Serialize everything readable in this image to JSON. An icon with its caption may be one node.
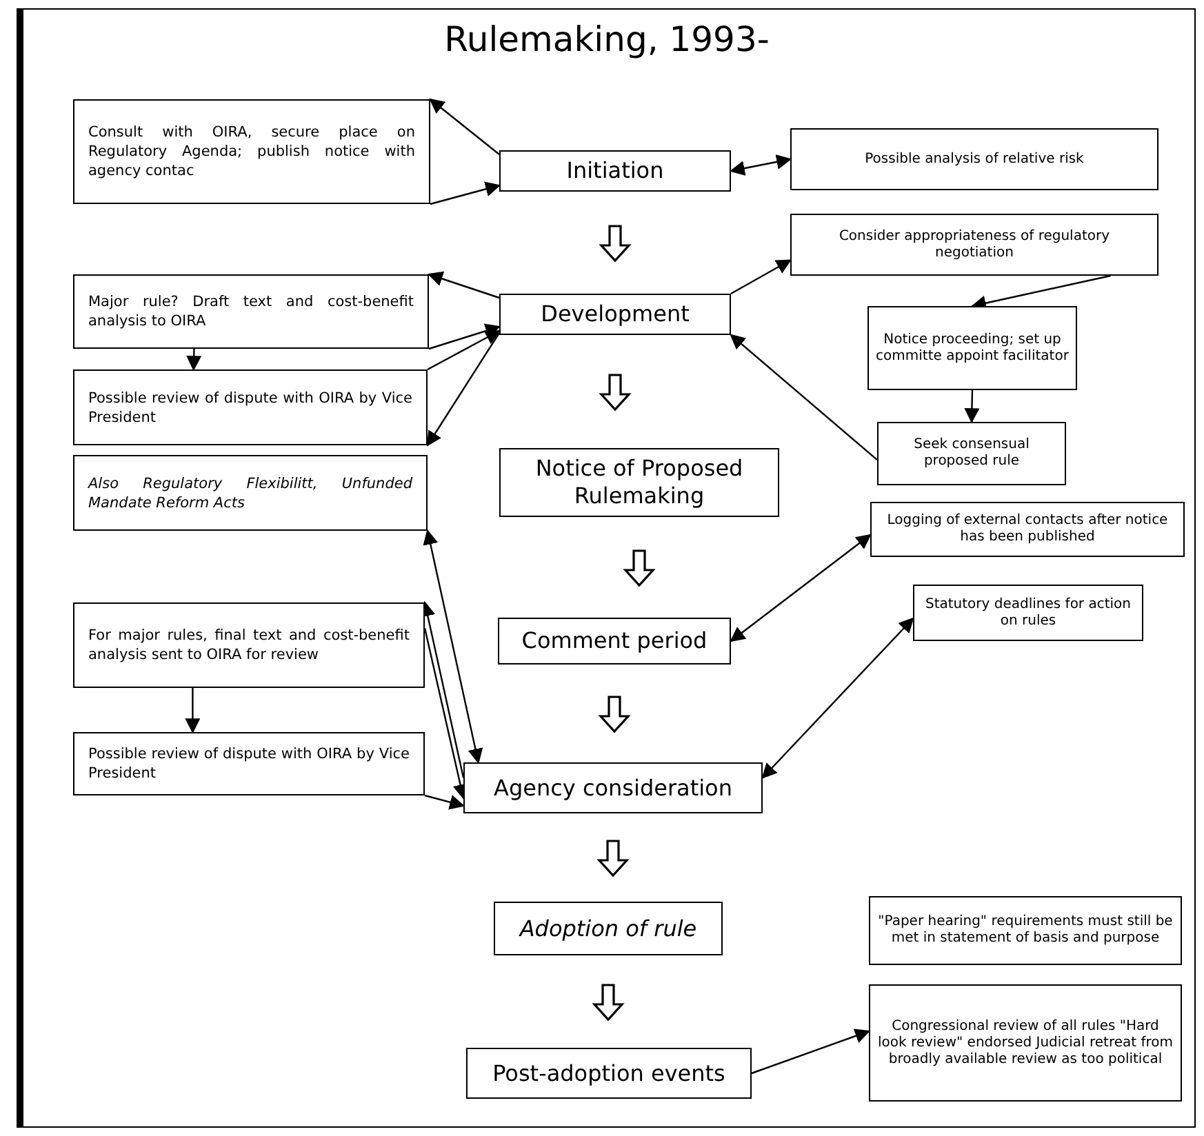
{
  "diagram": {
    "title": "Rulemaking, 1993-",
    "nodes": [
      {
        "text": [
          "Consult with OIRA, secure place on Regulatory Agenda; publish notice with agency contac"
        ]
      },
      {
        "text": [
          "Initiation"
        ]
      },
      {
        "text": [
          "Possible analysis of relative risk"
        ]
      },
      {
        "text": [
          "Development"
        ]
      },
      {
        "text": [
          "Major rule? Draft text and cost-benefit analysis to OIRA"
        ]
      },
      {
        "text": [
          "Consider appropriateness of regulatory negotiation"
        ]
      },
      {
        "text": [
          "Notice proceeding; set up committe appoint facilitator"
        ]
      },
      {
        "text": [
          "Possible review of dispute with OIRA by Vice President"
        ]
      },
      {
        "text": [
          "Seek consensual proposed rule"
        ]
      },
      {
        "text": [
          "Notice of Proposed Rulemaking"
        ]
      },
      {
        "text": [
          "Also Regulatory Flexibilitt, Unfunded Mandate Reform Acts"
        ]
      },
      {
        "text": [
          "Logging of external contacts after notice has been published"
        ]
      },
      {
        "text": [
          "Comment period"
        ]
      },
      {
        "text": [
          "Statutory deadlines for action on rules"
        ]
      },
      {
        "text": [
          "For major rules, final text and cost-benefit analysis sent to OIRA for review"
        ]
      },
      {
        "text": [
          "Possible review of dispute with OIRA by Vice President"
        ]
      },
      {
        "text": [
          "Agency consideration"
        ]
      },
      {
        "text": [
          "Adoption of rule"
        ]
      },
      {
        "text": [
          "\"Paper hearing\" requirements must still be met in statement of basis and purpose"
        ]
      },
      {
        "text": [
          "Post-adoption events"
        ]
      },
      {
        "text": [
          "Congressional review of all rules \"Hard look review\" endorsed Judicial retreat from broadly available review as too political"
        ]
      }
    ],
    "edges": [
      {
        "from": 1,
        "to": 0,
        "arrow": "to"
      },
      {
        "from": 0,
        "to": 1,
        "arrow": "to"
      },
      {
        "from": 1,
        "to": 2,
        "arrow": "both"
      },
      {
        "from": 1,
        "to": 3,
        "arrow": "to"
      },
      {
        "from": 3,
        "to": 4,
        "arrow": "to"
      },
      {
        "from": 4,
        "to": 3,
        "arrow": "to"
      },
      {
        "from": 4,
        "to": 7,
        "arrow": "to"
      },
      {
        "from": 7,
        "to": 3,
        "arrow": "to"
      },
      {
        "from": 3,
        "to": 7,
        "arrow": "to"
      },
      {
        "from": 3,
        "to": 5,
        "arrow": "to"
      },
      {
        "from": 5,
        "to": 6,
        "arrow": "to"
      },
      {
        "from": 6,
        "to": 8,
        "arrow": "to"
      },
      {
        "from": 8,
        "to": 3,
        "arrow": "to"
      },
      {
        "from": 3,
        "to": 9,
        "arrow": "to"
      },
      {
        "from": 10,
        "to": 16,
        "arrow": "both"
      },
      {
        "from": 9,
        "to": 12,
        "arrow": "to"
      },
      {
        "from": 11,
        "to": 12,
        "arrow": "both"
      },
      {
        "from": 13,
        "to": 16,
        "arrow": "both"
      },
      {
        "from": 16,
        "to": 14,
        "arrow": "to"
      },
      {
        "from": 14,
        "to": 16,
        "arrow": "to"
      },
      {
        "from": 14,
        "to": 15,
        "arrow": "to"
      },
      {
        "from": 15,
        "to": 16,
        "arrow": "to"
      },
      {
        "from": 12,
        "to": 16,
        "arrow": "to"
      },
      {
        "from": 16,
        "to": 17,
        "arrow": "to"
      },
      {
        "from": 17,
        "to": 19,
        "arrow": "to"
      },
      {
        "from": 19,
        "to": 20,
        "arrow": "to"
      }
    ]
  }
}
